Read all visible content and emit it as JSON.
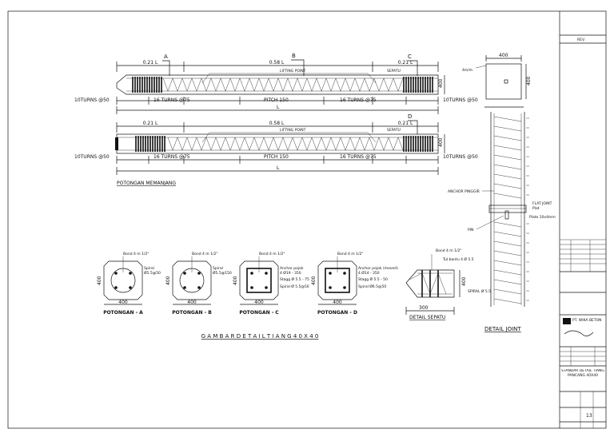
{
  "long_section": {
    "section_markers": [
      "A",
      "B",
      "C",
      "D"
    ],
    "top_ratios": [
      "0.21 L",
      "0.58 L",
      "0.21 L"
    ],
    "bottom_ratios": [
      "0.21 L",
      "0.58 L",
      "0.21 L"
    ],
    "lifting_point": "LIFTING POINT",
    "sepatu_label": "SEPATU",
    "turns_end": "10TURNS @50",
    "turns_mid": "16 TURNS @75",
    "pitch": "PITCH 150",
    "length": "L",
    "height": "400",
    "title": "POTONGAN MEMANJANG"
  },
  "top_square": {
    "width": "400",
    "height": "400",
    "note": "4m/m"
  },
  "joint": {
    "anchor": "ANCHOR PINGGIR",
    "flat_joint": "FLAT JOINT",
    "plat": "Plat",
    "plate": "Plate 10x4mm",
    "pin": "PIN",
    "title": "DETAIL JOINT"
  },
  "sections": [
    {
      "caption": "POTONGAN - A",
      "head": "Bond 4 m 1/2\"",
      "n1": "Spiral",
      "n2": "Ø5.5@50",
      "n3": "",
      "n4": "",
      "w": "400",
      "h": "400"
    },
    {
      "caption": "POTONGAN - B",
      "head": "Bond 4 m 1/2\"",
      "n1": "Spiral",
      "n2": "Ø5.5@150",
      "n3": "",
      "n4": "",
      "w": "400",
      "h": "400"
    },
    {
      "caption": "POTONGAN - C",
      "head": "Bond 4 m 1/2\"",
      "n1": "Anchor pojok",
      "n2": "4 Ø19 - 350",
      "n3": "Stagg Ø 5.5 - 75",
      "n4": "Spiral Ø 5.5@50",
      "w": "400",
      "h": "400"
    },
    {
      "caption": "POTONGAN - D",
      "head": "Bond 4 m 1/2\"",
      "n1": "Anchor pojok (moved)",
      "n2": "4 Ø14 - 350",
      "n3": "Stagg Ø 5.5 - 50",
      "n4": "Spiral Ø6.5@50",
      "w": "400",
      "h": "400"
    }
  ],
  "sepatu": {
    "head": "Bond 4 m 1/2\"",
    "tulangan": "Tul.bantu 4 Ø 5.5",
    "note": "SPIRAL Ø 5.5",
    "w": "300",
    "h": "400",
    "caption": "DETAIL SEPATU"
  },
  "drawing_title": "G A M B A R D E T A I L T I A N G 4 0 X 4 0",
  "title_block": {
    "header": "REV.",
    "company": "PT. WIKA BETON",
    "drawing_name": "STANDAR DETAIL TIANG PANCANG 40X40",
    "sheet_no": "13"
  }
}
